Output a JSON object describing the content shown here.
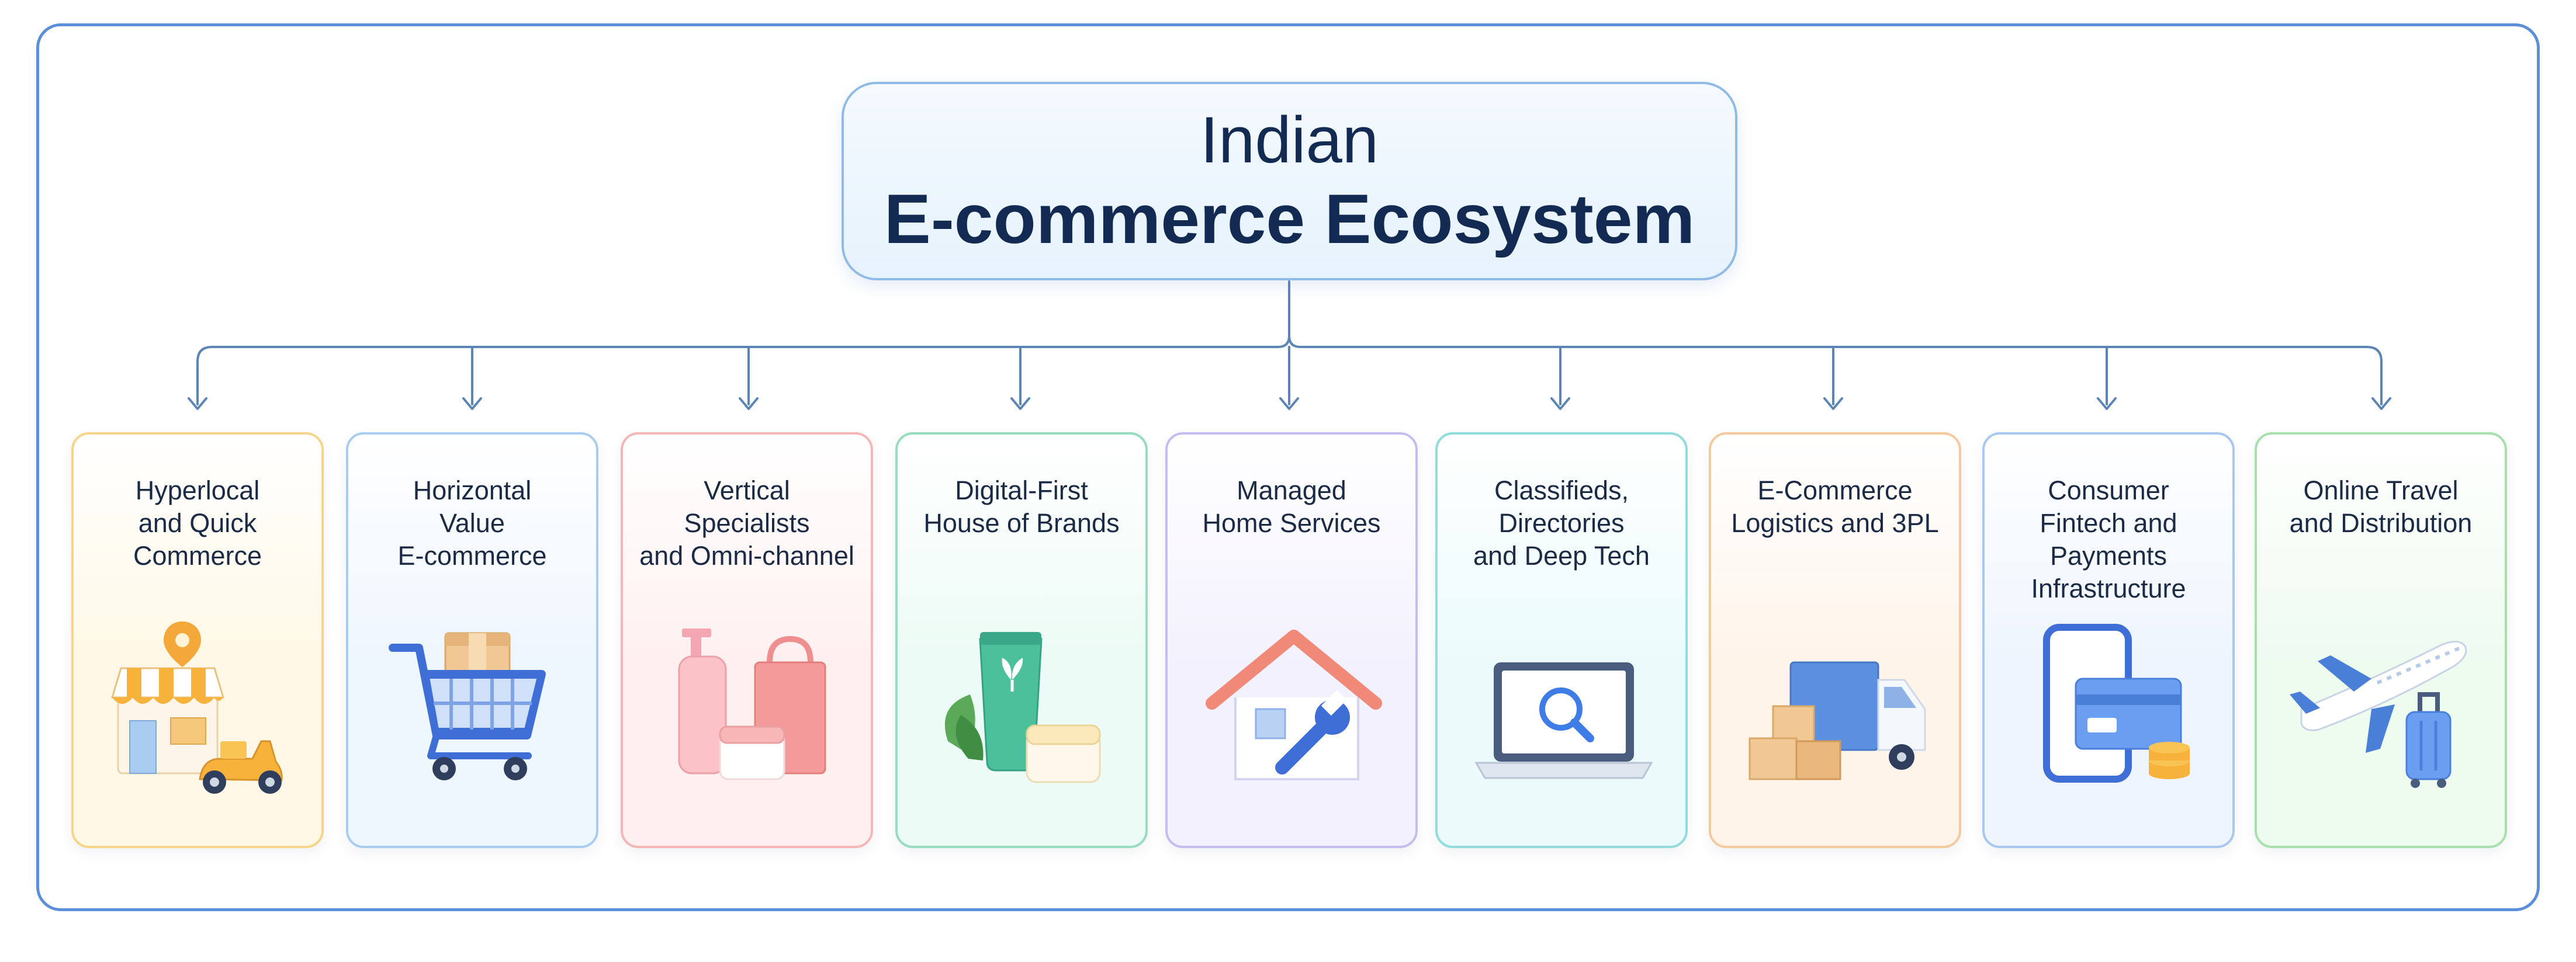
{
  "root": {
    "line1": "Indian",
    "line2": "E-commerce Ecosystem"
  },
  "categories": [
    {
      "label": "Hyperlocal\nand Quick\nCommerce",
      "icon": "storefront-scooter-icon",
      "bg": "#fff8e6",
      "border": "#f6d58b"
    },
    {
      "label": "Horizontal\nValue\nE-commerce",
      "icon": "shopping-cart-icon",
      "bg": "#eef6fe",
      "border": "#a9cdf0"
    },
    {
      "label": "Vertical\nSpecialists\nand Omni-channel",
      "icon": "cosmetics-bag-icon",
      "bg": "#fff0f0",
      "border": "#f4b6b6"
    },
    {
      "label": "Digital-First\nHouse of Brands",
      "icon": "skincare-tube-icon",
      "bg": "#ecfbf5",
      "border": "#96dcc0"
    },
    {
      "label": "Managed\nHome Services",
      "icon": "house-wrench-icon",
      "bg": "#f3f1fd",
      "border": "#c5bdf0"
    },
    {
      "label": "Classifieds,\nDirectories\nand Deep Tech",
      "icon": "laptop-search-icon",
      "bg": "#ebfbfb",
      "border": "#93dcdc"
    },
    {
      "label": "E-Commerce\nLogistics and 3PL",
      "icon": "delivery-truck-icon",
      "bg": "#fff4ea",
      "border": "#f5c99e"
    },
    {
      "label": "Consumer\nFintech and\nPayments\nInfrastructure",
      "icon": "phone-card-coins-icon",
      "bg": "#eef5fe",
      "border": "#a9c8ef"
    },
    {
      "label": "Online Travel\nand Distribution",
      "icon": "airplane-luggage-icon",
      "bg": "#eefbef",
      "border": "#a8e0ac"
    }
  ],
  "colors": {
    "connector": "#5b85b5",
    "title": "#132a52",
    "frame": "#5b8fd9"
  }
}
